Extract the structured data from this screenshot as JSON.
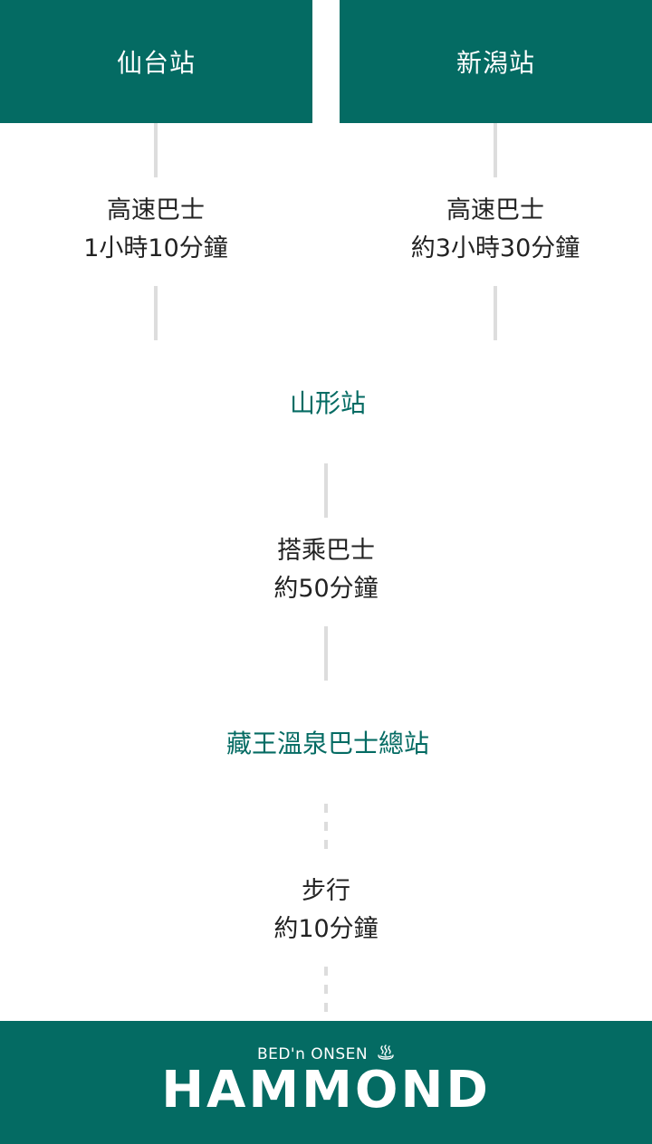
{
  "origins": [
    {
      "label": "仙台站"
    },
    {
      "label": "新潟站"
    }
  ],
  "legs": [
    {
      "mode": "高速巴士",
      "duration": "1小時10分鐘"
    },
    {
      "mode": "高速巴士",
      "duration": "約3小時30分鐘"
    },
    {
      "mode": "搭乘巴士",
      "duration": "約50分鐘"
    },
    {
      "mode": "步行",
      "duration": "約10分鐘"
    }
  ],
  "stations": [
    {
      "label": "山形站"
    },
    {
      "label": "藏王溫泉巴士總站"
    }
  ],
  "footer": {
    "brand_sub": "BED'n ONSEN",
    "brand_icon": "onsen-icon",
    "brand_main": "HAMMOND"
  },
  "colors": {
    "brand_green": "#046b63",
    "connector_gray": "#dddddd",
    "text_dark": "#222222"
  }
}
